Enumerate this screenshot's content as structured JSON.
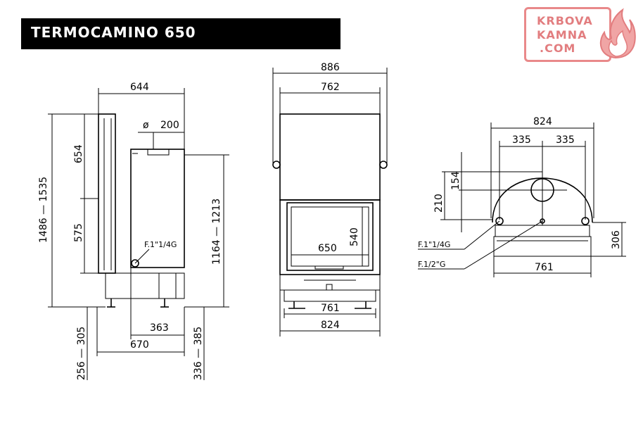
{
  "title": "TERMOCAMINO 650",
  "logo": {
    "line1": "KRBOVA",
    "line2": "KAMNA",
    "line3": ".COM",
    "color": "#e27d7f"
  },
  "side_view": {
    "dims": {
      "top_width": "644",
      "pipe_diameter": "200",
      "pipe_symbol": "ø",
      "total_height": "1486 — 1535",
      "upper_height": "654",
      "mid_height": "575",
      "body_height": "1164 — 1213",
      "depth_363": "363",
      "base_305": "256 — 305",
      "depth_670": "670",
      "base_385": "336 — 385"
    },
    "connection_label": "F.1\"1/4G"
  },
  "front_view": {
    "dims": {
      "outer_width": "886",
      "hood_width": "762",
      "glass_height": "540",
      "glass_width": "650",
      "base_width_761": "761",
      "base_width_824": "824"
    }
  },
  "top_view": {
    "dims": {
      "width_824": "824",
      "half_left": "335",
      "half_right": "335",
      "pipe_154": "154",
      "height_210": "210",
      "depth_306": "306",
      "base_761": "761"
    },
    "labels": {
      "conn_1": "F.1\"1/4G",
      "conn_2": "F.1/2\"G"
    }
  }
}
